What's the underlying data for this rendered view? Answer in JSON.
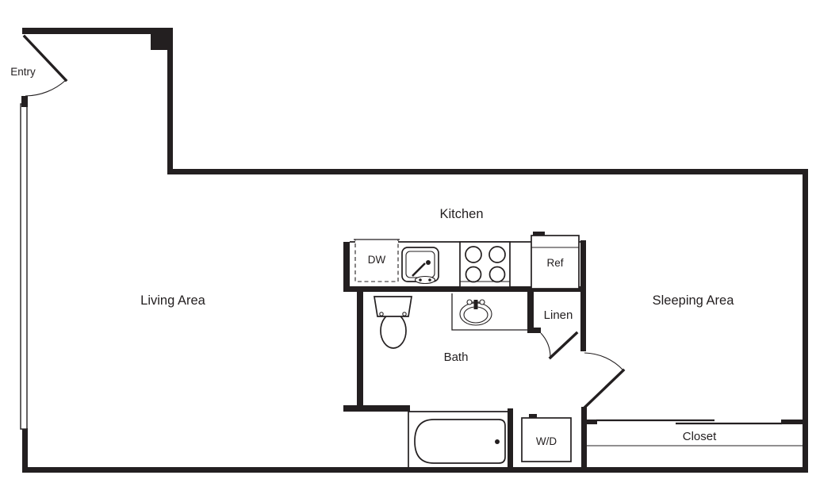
{
  "floorplan": {
    "labels": {
      "entry": "Entry",
      "living_area": "Living Area",
      "kitchen": "Kitchen",
      "bath": "Bath",
      "linen": "Linen",
      "sleeping_area": "Sleeping Area",
      "closet": "Closet",
      "dishwasher": "DW",
      "refrigerator": "Ref",
      "washer_dryer": "W/D"
    },
    "colors": {
      "ink": "#231f20",
      "background": "#ffffff"
    },
    "icons": [
      "entry-door-swing-icon",
      "window-icon",
      "dishwasher-icon",
      "kitchen-sink-icon",
      "stove-burners-icon",
      "refrigerator-icon",
      "toilet-icon",
      "vanity-sink-icon",
      "interior-door-swing-icon",
      "bathtub-icon",
      "washer-dryer-icon",
      "closet-sliding-door-icon"
    ]
  }
}
